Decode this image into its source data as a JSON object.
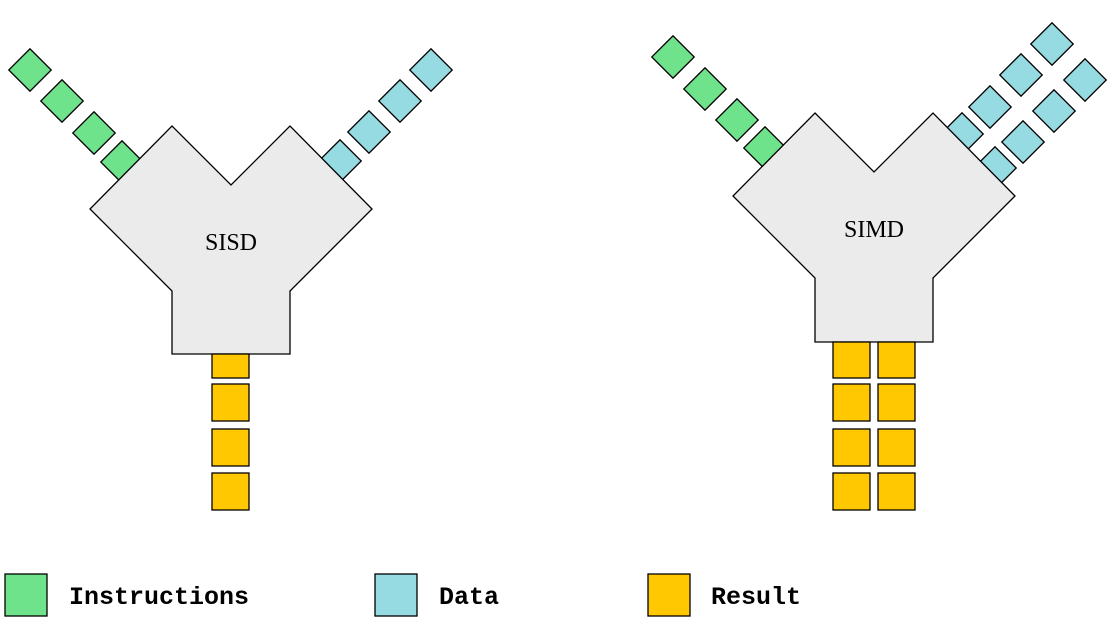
{
  "colors": {
    "instructions": "#6fe38b",
    "data": "#96dbe2",
    "result": "#ffc800",
    "unit_fill": "#ebebeb",
    "stroke": "#000000"
  },
  "units": [
    {
      "id": "sisd",
      "label": "SISD",
      "instruction_streams": 1,
      "data_streams": 1,
      "result_streams": 1
    },
    {
      "id": "simd",
      "label": "SIMD",
      "instruction_streams": 1,
      "data_streams": 2,
      "result_streams": 2
    }
  ],
  "legend": [
    {
      "key": "instructions",
      "label": "Instructions"
    },
    {
      "key": "data",
      "label": "Data"
    },
    {
      "key": "result",
      "label": "Result"
    }
  ]
}
